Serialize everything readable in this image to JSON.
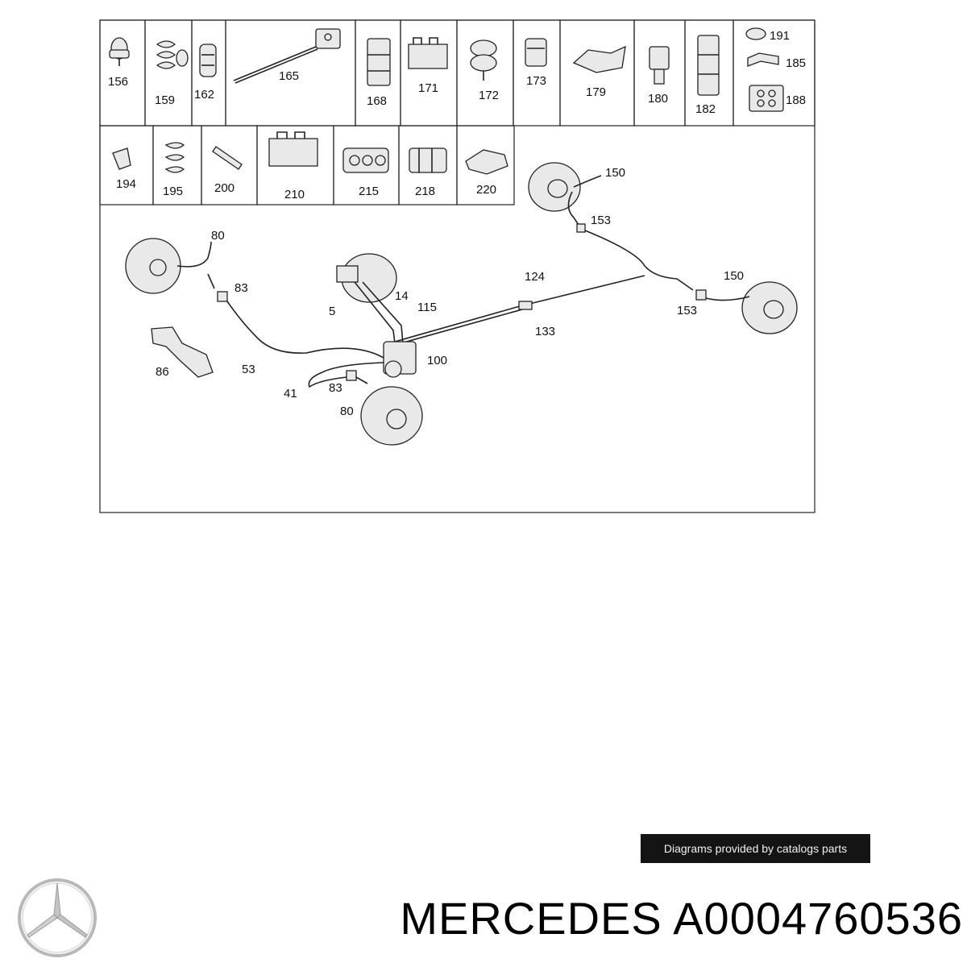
{
  "diagram": {
    "clip_labels": [
      "156",
      "159",
      "162",
      "165",
      "168",
      "171",
      "172",
      "173",
      "179",
      "180",
      "182",
      "191",
      "185",
      "188",
      "194",
      "195",
      "200",
      "210",
      "215",
      "218",
      "220"
    ],
    "callouts": {
      "rear_right_disc": "150",
      "rear_right_clip": "153",
      "rear_left_disc": "150",
      "rear_left_clip": "153",
      "front_left_hose": "80",
      "front_left_clip": "83",
      "line_124": "124",
      "line_133": "133",
      "line_14": "14",
      "line_5": "5",
      "line_115": "115",
      "line_100": "100",
      "line_53": "53",
      "bracket_86": "86",
      "line_41": "41",
      "front_right_clip": "83",
      "front_right_hose": "80"
    }
  },
  "footer": {
    "credit": "Diagrams provided by catalogs parts",
    "brand_logo": "mercedes-star-logo",
    "title": "MERCEDES A0004760536"
  }
}
